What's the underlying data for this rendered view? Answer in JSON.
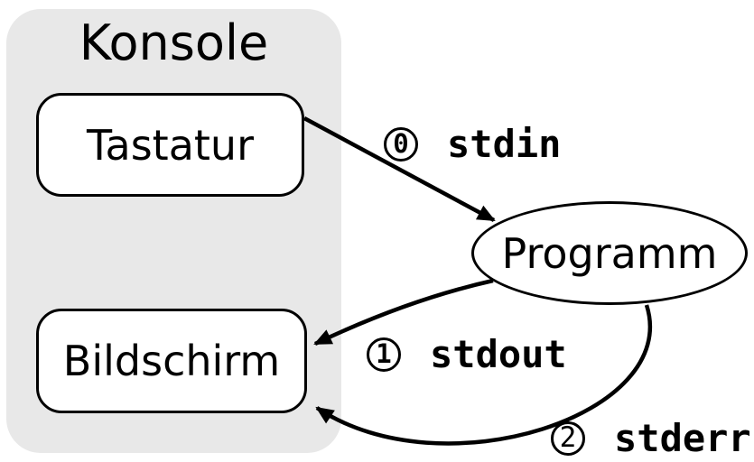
{
  "diagram": {
    "console": {
      "title": "Konsole"
    },
    "nodes": {
      "tastatur": {
        "label": "Tastatur"
      },
      "bildschirm": {
        "label": "Bildschirm"
      },
      "programm": {
        "label": "Programm"
      }
    },
    "streams": [
      {
        "number": "0",
        "name": "stdin",
        "from": "Tastatur",
        "to": "Programm"
      },
      {
        "number": "1",
        "name": "stdout",
        "from": "Programm",
        "to": "Bildschirm"
      },
      {
        "number": "2",
        "name": "stderr",
        "from": "Programm",
        "to": "Bildschirm"
      }
    ],
    "colors": {
      "console_bg": "#e8e8e8",
      "node_bg": "#ffffff",
      "stroke": "#000000"
    }
  }
}
